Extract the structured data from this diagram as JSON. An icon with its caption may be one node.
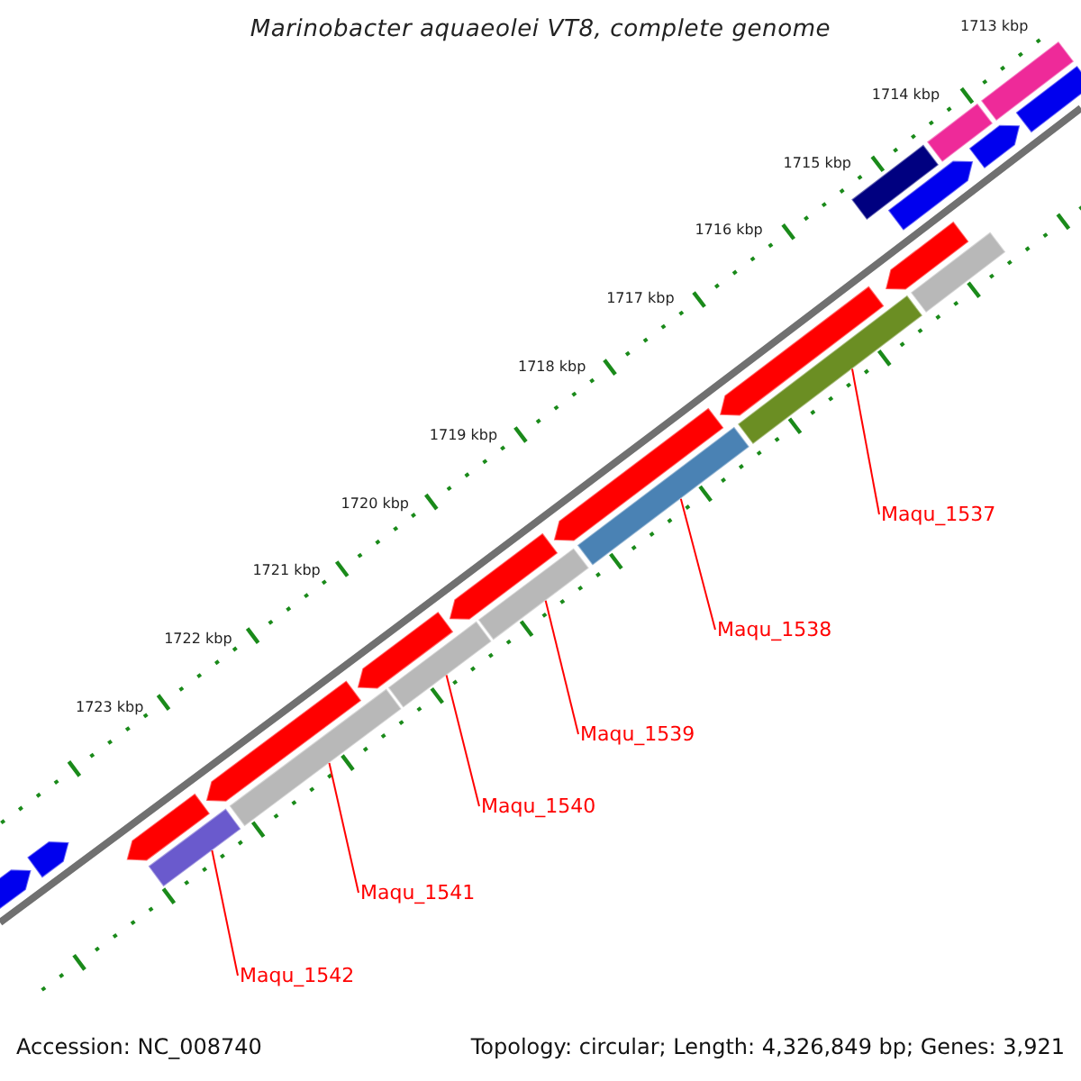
{
  "diagram": {
    "title": "Marinobacter aquaeolei VT8, complete genome",
    "nodes": [
      {
        "text": [
          "Maqu_1537"
        ]
      },
      {
        "text": [
          "Maqu_1538"
        ]
      },
      {
        "text": [
          "Maqu_1539"
        ]
      },
      {
        "text": [
          "Maqu_1540"
        ]
      },
      {
        "text": [
          "Maqu_1541"
        ]
      },
      {
        "text": [
          "Maqu_1542"
        ]
      },
      {
        "text": [],
        "shape": "bar"
      },
      {
        "text": [],
        "shape": "bar"
      },
      {
        "text": [],
        "shape": "bar"
      },
      {
        "text": [],
        "shape": "bar"
      },
      {
        "text": [],
        "shape": "bar"
      },
      {
        "text": [],
        "shape": "bar"
      },
      {
        "text": [],
        "shape": "bar"
      },
      {
        "text": [],
        "shape": "bar"
      },
      {
        "text": [],
        "shape": "bar"
      },
      {
        "text": [],
        "shape": "bar"
      },
      {
        "text": [],
        "shape": "bar"
      },
      {
        "text": [],
        "shape": "bar"
      },
      {
        "text": [],
        "shape": "bar"
      },
      {
        "text": [],
        "shape": "bar"
      },
      {
        "text": [],
        "shape": "bar"
      },
      {
        "text": [],
        "shape": "bar"
      },
      {
        "text": [],
        "shape": "bar"
      },
      {
        "text": [],
        "shape": "bar"
      },
      {
        "text": [],
        "shape": "bar"
      },
      {
        "text": [],
        "shape": "bar"
      },
      {
        "text": [],
        "shape": "bar"
      },
      {
        "text": [],
        "shape": "bar"
      }
    ],
    "edges": [
      {
        "from": 0,
        "to": 15,
        "arrow": "none"
      },
      {
        "from": 1,
        "to": 17,
        "arrow": "none"
      },
      {
        "from": 2,
        "to": 19,
        "arrow": "none"
      },
      {
        "from": 3,
        "to": 21,
        "arrow": "none"
      },
      {
        "from": 4,
        "to": 23,
        "arrow": "none"
      },
      {
        "from": 5,
        "to": 25,
        "arrow": "none"
      }
    ],
    "labels": [
      "1713 kbp",
      "1714 kbp",
      "1715 kbp",
      "1716 kbp",
      "1717 kbp",
      "1718 kbp",
      "1719 kbp",
      "1720 kbp",
      "1721 kbp",
      "1722 kbp",
      "1723 kbp",
      "Accession: NC_008740",
      "Topology: circular; Length: 4,326,849 bp; Genes: 3,921"
    ]
  }
}
